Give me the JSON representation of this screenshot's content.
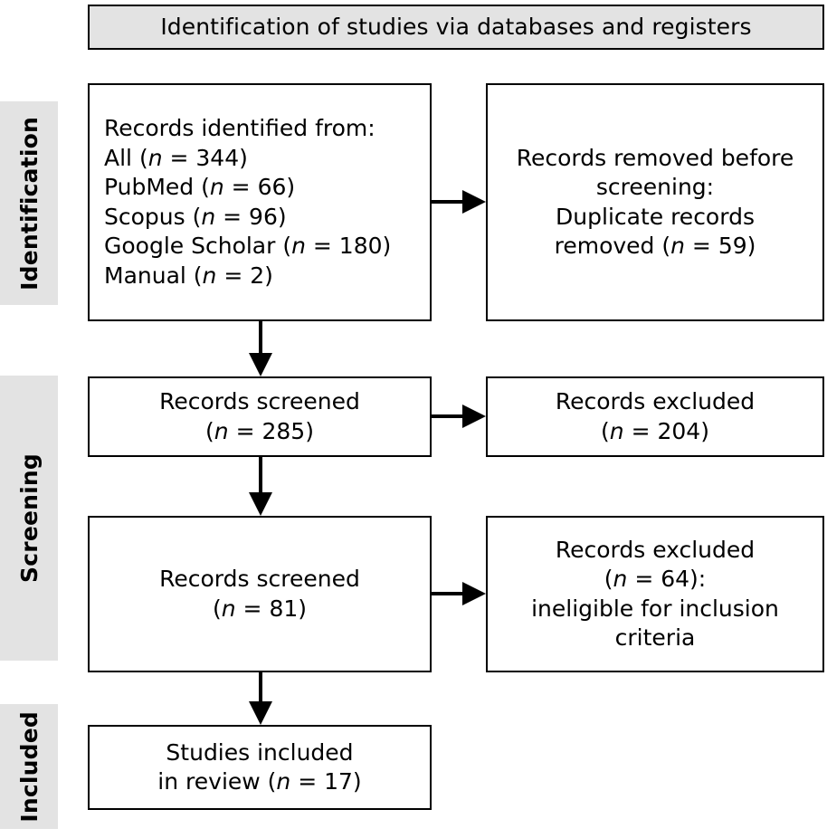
{
  "header": {
    "title": "Identification of studies via databases and registers"
  },
  "stages": [
    {
      "id": "identification",
      "label": "Identification"
    },
    {
      "id": "screening",
      "label": "Screening"
    },
    {
      "id": "included",
      "label": "Included"
    }
  ],
  "boxes": {
    "identified": {
      "lines": [
        "Records identified from:",
        "All (n = 344)",
        "PubMed (n = 66)",
        "Scopus (n = 96)",
        "Google Scholar (n = 180)",
        "Manual (n = 2)"
      ]
    },
    "removed": {
      "lines": [
        "Records removed before",
        "screening:",
        "Duplicate records",
        "removed (n = 59)"
      ]
    },
    "screened_1": {
      "lines": [
        "Records screened",
        "(n = 285)"
      ]
    },
    "excluded_1": {
      "lines": [
        "Records excluded",
        "(n = 204)"
      ]
    },
    "screened_2": {
      "lines": [
        "Records screened",
        "(n = 81)"
      ]
    },
    "excluded_2": {
      "lines": [
        "Records excluded",
        "(n = 64):",
        "ineligible for inclusion",
        "criteria"
      ]
    },
    "included": {
      "lines": [
        "Studies included",
        "in review (n = 17)"
      ]
    }
  },
  "counts": {
    "all": 344,
    "pubmed": 66,
    "scopus": 96,
    "google_scholar": 180,
    "manual": 2,
    "duplicates_removed": 59,
    "screened_stage1": 285,
    "excluded_stage1": 204,
    "screened_stage2": 81,
    "excluded_stage2": 64,
    "studies_included": 17
  },
  "colors": {
    "band_background": "#e3e3e3",
    "box_background": "#ffffff",
    "border": "#000000",
    "text": "#000000"
  },
  "connectors": [
    {
      "id": "identified-to-removed",
      "type": "arrow-right"
    },
    {
      "id": "identified-to-screened-1",
      "type": "arrow-down"
    },
    {
      "id": "screened-1-to-excluded-1",
      "type": "arrow-right"
    },
    {
      "id": "screened-1-to-screened-2",
      "type": "arrow-down"
    },
    {
      "id": "screened-2-to-excluded-2",
      "type": "arrow-right"
    },
    {
      "id": "screened-2-to-included",
      "type": "arrow-down"
    }
  ]
}
